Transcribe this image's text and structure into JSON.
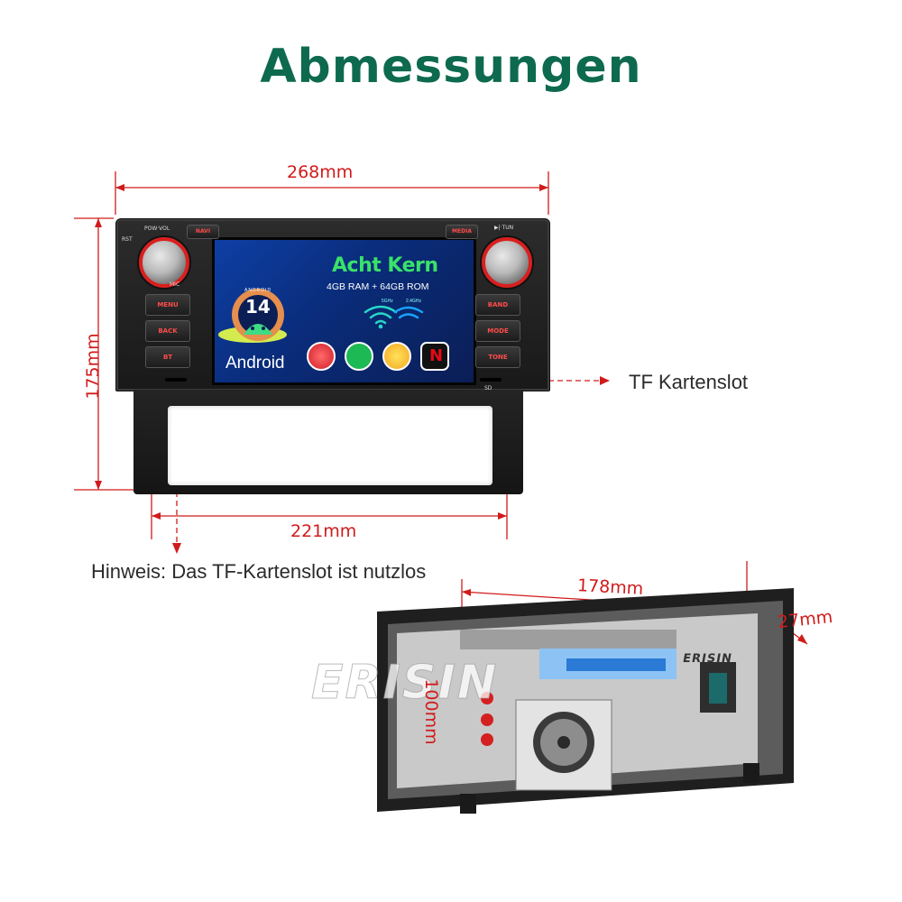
{
  "title": "Abmessungen",
  "dimensions": {
    "width_front": "268mm",
    "height_front": "175mm",
    "width_bottom": "221mm",
    "rear_width": "178mm",
    "rear_depth": "27mm",
    "rear_height": "100mm"
  },
  "labels": {
    "tf_slot": "TF Kartenslot",
    "note": "Hinweis: Das TF-Kartenslot ist nutzlos"
  },
  "unit_buttons": {
    "pow_vol": "POW·VOL",
    "rst": "RST",
    "mic": "MIC",
    "navi": "NAVI",
    "media": "MEDIA",
    "tun": "▶|·TUN",
    "left": [
      "MENU",
      "BACK",
      "BT"
    ],
    "right": [
      "BAND",
      "MODE",
      "TONE"
    ],
    "sd": "SD"
  },
  "screen": {
    "headline": "Acht Kern",
    "memory": "4GB RAM + 64GB ROM",
    "wifi_5": "5GHz",
    "wifi_24": "2.4GHz",
    "android_version": "14",
    "android_label": "Android",
    "android_ring": "ANDROID"
  },
  "watermark": "ERISIN",
  "rear_brand": "ERISIN"
}
